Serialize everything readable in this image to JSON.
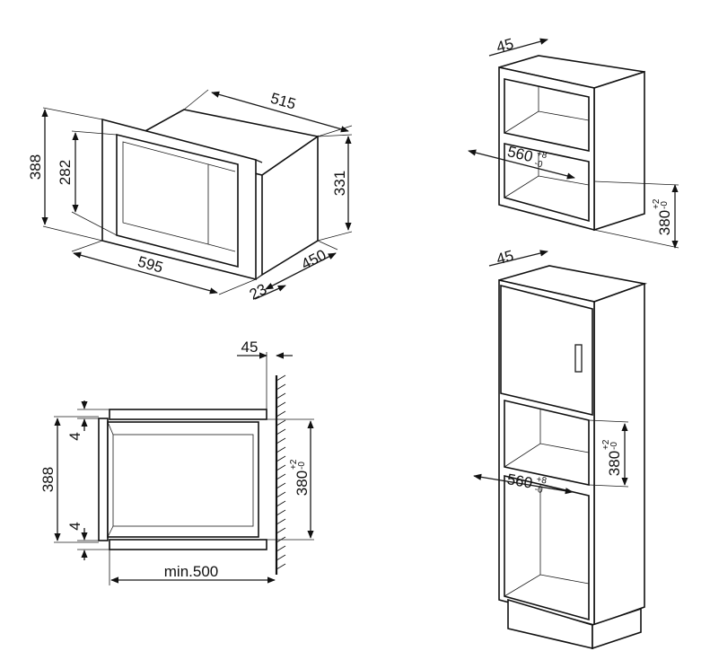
{
  "iso_view": {
    "height_outer": "388",
    "height_inner": "282",
    "depth_top": "515",
    "height_body": "331",
    "width_front": "595",
    "depth_side": "450",
    "frame_depth": "23"
  },
  "side_view": {
    "top_gap": "45",
    "height": "388",
    "offset_top": "4",
    "offset_bottom": "4",
    "min_depth": "min.500",
    "niche_height": "380",
    "niche_tol_plus": "+2",
    "niche_tol_minus": "-0"
  },
  "cabinet_wall": {
    "top_gap": "45",
    "niche_width": "560",
    "width_tol_plus": "+8",
    "width_tol_minus": "-0",
    "niche_height": "380",
    "height_tol_plus": "+2",
    "height_tol_minus": "-0"
  },
  "cabinet_tall": {
    "top_gap": "45",
    "niche_width": "560",
    "width_tol_plus": "+8",
    "width_tol_minus": "-0",
    "niche_height": "380",
    "height_tol_plus": "+2",
    "height_tol_minus": "-0"
  }
}
